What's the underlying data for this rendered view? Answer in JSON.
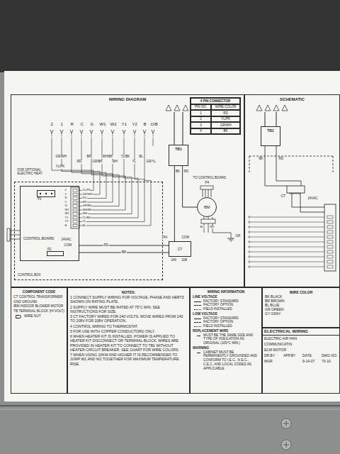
{
  "diagram": {
    "nodes": [
      {
        "text": [
          "WIRING DIAGRAM"
        ]
      },
      {
        "text": [
          "4 PIN CONNECTOR",
          "PIN NO.",
          "WIRE COLOR",
          "1",
          "RD",
          "2",
          "YL/PK",
          "3",
          "GR/WH",
          "4",
          "BK"
        ],
        "in": 0
      },
      {
        "text": [
          "TB1"
        ],
        "in": 0
      },
      {
        "text": [
          "IBM"
        ],
        "in": 0
      },
      {
        "text": [
          "CT"
        ],
        "in": 0
      },
      {
        "text": [
          "CONTROL BOX"
        ],
        "in": 0
      },
      {
        "text": [
          "CONTROL BOARD"
        ],
        "in": 5
      },
      {
        "text": [
          "P1"
        ],
        "in": 6
      },
      {
        "text": [
          "P2"
        ],
        "in": 6
      },
      {
        "text": [
          "SCHEMATIC"
        ]
      },
      {
        "text": [
          "TB1"
        ],
        "in": 9
      },
      {
        "text": [
          "COMPONENT CODE",
          "CT CONTROL TRANSFORMER",
          "GND GROUND",
          "IBM INDOOR BLOWER MOTOR",
          "TB TERMINAL BLOCK (HI VOLT)",
          "WIRE NUT"
        ]
      },
      {
        "text": [
          "NOTES:",
          "1 CONNECT SUPPLY WIRING FOR VOLTAGE, PHASE AND HERTZ SHOWN ON RATING PLATE.",
          "2 SUPPLY WIRE MUST BE RATED AT 75°C MIN. SEE INSTRUCTIONS FOR SIZE.",
          "3 CT FACTORY WIRED FOR 240 VOLTS. MOVE WIRES FROM 240 TO 208V FOR 208V OPERATION.",
          "4 CONTROL WIRING TO THERMOSTAT.",
          "5 FOR USE WITH COPPER CONDUCTORS ONLY.",
          "6 WHEN HEATER KIT IS INSTALLED, POWER IS APPLIED TO HEATER KIT DISCONNECT OR TERMINAL BLOCK. WIRES ARE PROVIDED IN HEATER KIT TO CONNECT TO TB1 WITHOUT HEATER CIRCUIT BREAKER. SEE CHART FOR WIRE COLORS.",
          "7 WHEN USING 10KW AND HIGHER IT IS RECOMMENDED TO JUMP W1 AND W2 TOGETHER FOR MAXIMUM TEMPERATURE RISE."
        ]
      },
      {
        "text": [
          "WIRING INFORMATION",
          "LINE VOLTAGE",
          "FACTORY STANDARD",
          "FACTORY OPTION",
          "FIELD INSTALLED",
          "LOW VOLTAGE",
          "FACTORY STANDARD",
          "FACTORY OPTION",
          "FIELD INSTALLED",
          "REPLACEMENT WIRE",
          "MUST BE THE SAME SIZE AND TYPE OF INSULATION AS ORIGINAL (105°C MIN.)",
          "WARNING",
          "CABINET MUST BE PERMANENTLY GROUNDED AND CONFORM TO I.E.C., N.E.C., C.E.C. AND LOCAL CODES AS APPLICABLE."
        ]
      },
      {
        "text": [
          "WIRE COLOR",
          "BK BLACK",
          "BR BROWN",
          "BL BLUE",
          "GR GREEN",
          "GY GRAY"
        ]
      },
      {
        "text": [
          "ELECTRICAL WIRING",
          "ELECTRIC AIR HAN",
          "COMMUNICATIN",
          "ECM MOTOR",
          "DR.BY",
          "APP.BY",
          "DATE",
          "DWG NO.",
          "MGR",
          "9-14-07",
          "70-10"
        ]
      }
    ],
    "edges": [
      {
        "from": 2,
        "to": 3,
        "arrow": "none"
      },
      {
        "from": 2,
        "to": 4,
        "arrow": "none"
      },
      {
        "from": 6,
        "to": 4,
        "label": "RD",
        "arrow": "none"
      },
      {
        "from": 6,
        "to": 4,
        "label": "BR",
        "arrow": "none"
      }
    ],
    "labels": [
      "2",
      "1",
      "R",
      "C",
      "G",
      "W1",
      "W2",
      "Y1",
      "Y2",
      "B",
      "O/B",
      "GR/WH",
      "RD",
      "BR",
      "GR/BK",
      "WH/BK",
      "WH",
      "YL/BK",
      "YL",
      "BL",
      "GR/YL",
      "YL/PK",
      "FOR OPTIONAL ELECTRIC HEAT",
      "2",
      "1",
      "R",
      "C",
      "G",
      "W1",
      "W2",
      "Y1",
      "Y2",
      "B",
      "YL/PK",
      "GR/WH",
      "RD",
      "BR",
      "GR/BK",
      "WH/BK",
      "WH",
      "YL/BK",
      "YL",
      "BL",
      "24VAC",
      "COM",
      "BK",
      "RD",
      "TO CONTROL BOARD",
      "P4",
      "BL",
      "BR",
      "GR",
      "24V",
      "COM",
      "240",
      "208",
      "BK",
      "RD",
      "CT",
      "24VAC"
    ]
  }
}
